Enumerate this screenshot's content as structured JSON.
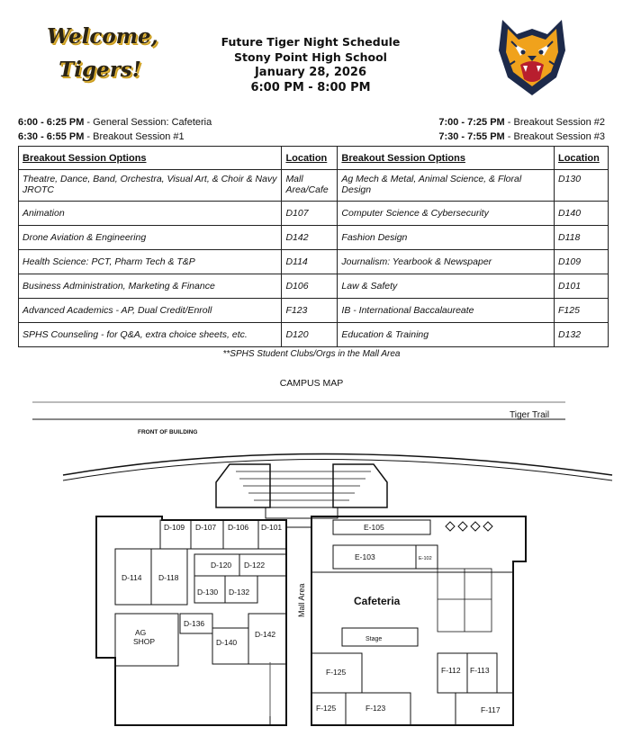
{
  "header": {
    "welcome_line1": "Welcome,",
    "welcome_line2": "Tigers!",
    "title": "Future Tiger Night Schedule",
    "school": "Stony Point High School",
    "date": "January 28, 2026",
    "time": "6:00 PM - 8:00 PM"
  },
  "schedule": {
    "left": [
      {
        "time": "6:00 - 6:25 PM",
        "desc": " - General Session: Cafeteria"
      },
      {
        "time": "6:30 - 6:55 PM",
        "desc": " - Breakout Session #1"
      }
    ],
    "right": [
      {
        "time": "7:00 - 7:25 PM",
        "desc": " - Breakout Session #2"
      },
      {
        "time": "7:30 - 7:55 PM",
        "desc": " - Breakout Session #3"
      }
    ]
  },
  "table": {
    "headers": [
      "Breakout Session Options",
      "Location",
      "Breakout Session Options",
      "Location"
    ],
    "rows": [
      [
        "Theatre, Dance, Band, Orchestra, Visual Art, & Choir & Navy JROTC",
        "Mall Area/Cafe",
        "Ag Mech & Metal, Animal Science, & Floral Design",
        "D130"
      ],
      [
        "Animation",
        "D107",
        "Computer Science & Cybersecurity",
        "D140"
      ],
      [
        "Drone Aviation & Engineering",
        "D142",
        "Fashion Design",
        "D118"
      ],
      [
        "Health Science: PCT, Pharm Tech & T&P",
        "D114",
        " Journalism: Yearbook & Newspaper",
        "D109"
      ],
      [
        "Business Administration, Marketing & Finance",
        "D106",
        "Law & Safety",
        "D101"
      ],
      [
        "Advanced Academics - AP, Dual Credit/Enroll",
        "F123",
        "IB - International Baccalaureate",
        "F125"
      ],
      [
        "SPHS Counseling  - for Q&A, extra choice sheets, etc.",
        "D120",
        "Education & Training",
        "D132"
      ]
    ]
  },
  "note": "**SPHS Student Clubs/Orgs in the Mall Area",
  "map": {
    "title": "CAMPUS MAP",
    "road": "Tiger Trail",
    "front": "FRONT OF BUILDING",
    "rooms": {
      "d109": "D-109",
      "d107": "D-107",
      "d106": "D-106",
      "d101": "D-101",
      "d114": "D-114",
      "d118": "D-118",
      "d120": "D-120",
      "d122": "D-122",
      "d130": "D-130",
      "d132": "D-132",
      "d136": "D-136",
      "d140": "D-140",
      "d142": "D-142",
      "ag1": "AG",
      "ag2": "SHOP",
      "e105": "E-105",
      "e103": "E-103",
      "e102": "E-102",
      "mall": "Mall Area",
      "cafeteria": "Cafeteria",
      "stage": "Stage",
      "f125a": "F-125",
      "f125b": "F-125",
      "f123": "F-123",
      "f112": "F-112",
      "f113": "F-113",
      "f117": "F-117"
    }
  }
}
